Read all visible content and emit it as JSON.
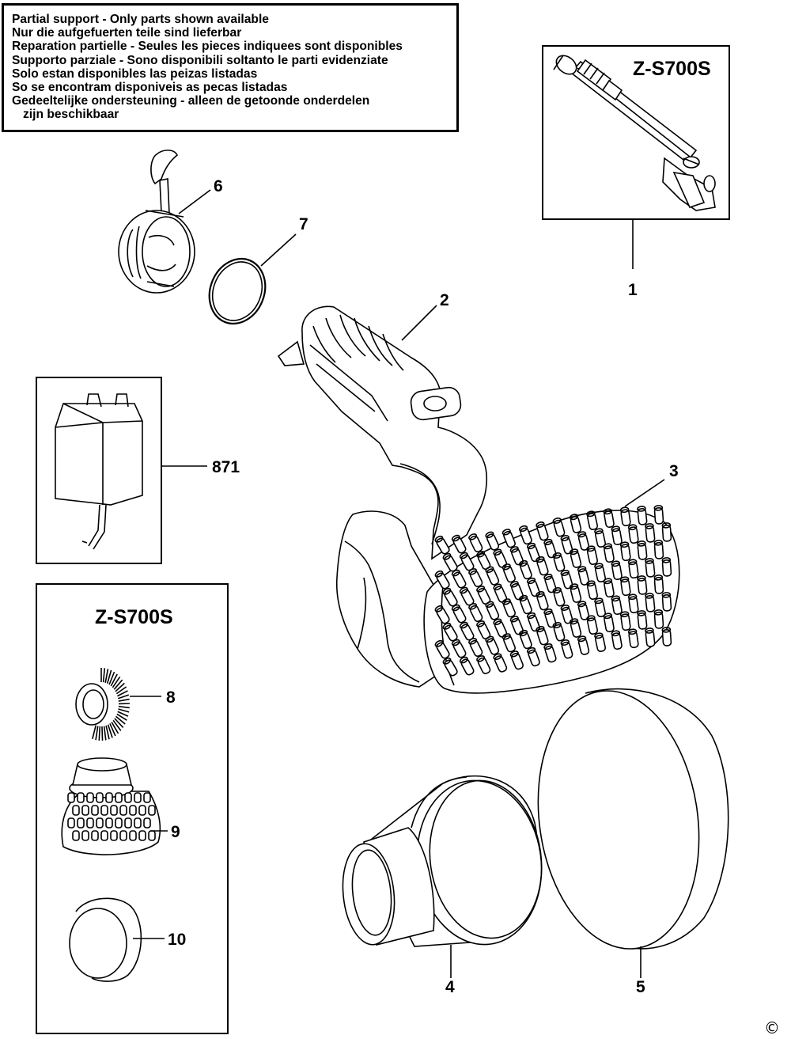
{
  "notice": {
    "lines": [
      "Partial support - Only parts shown available",
      "Nur die aufgefuerten teile sind lieferbar",
      "Reparation partielle - Seules les pieces indiquees sont disponibles",
      "Supporto parziale - Sono disponibili soltanto le parti evidenziate",
      "Solo estan disponibles las peizas listadas",
      "So se encontram disponiveis as pecas listadas",
      "Gedeeltelijke ondersteuning - alleen de getoonde onderdelen",
      "zijn beschikbaar"
    ]
  },
  "kits": {
    "top_right_title": "Z-S700S",
    "left_title": "Z-S700S"
  },
  "parts": {
    "p1": "1",
    "p2": "2",
    "p3": "3",
    "p4": "4",
    "p5": "5",
    "p6": "6",
    "p7": "7",
    "p8": "8",
    "p9": "9",
    "p10": "10",
    "p871": "871"
  },
  "copyright": "©"
}
